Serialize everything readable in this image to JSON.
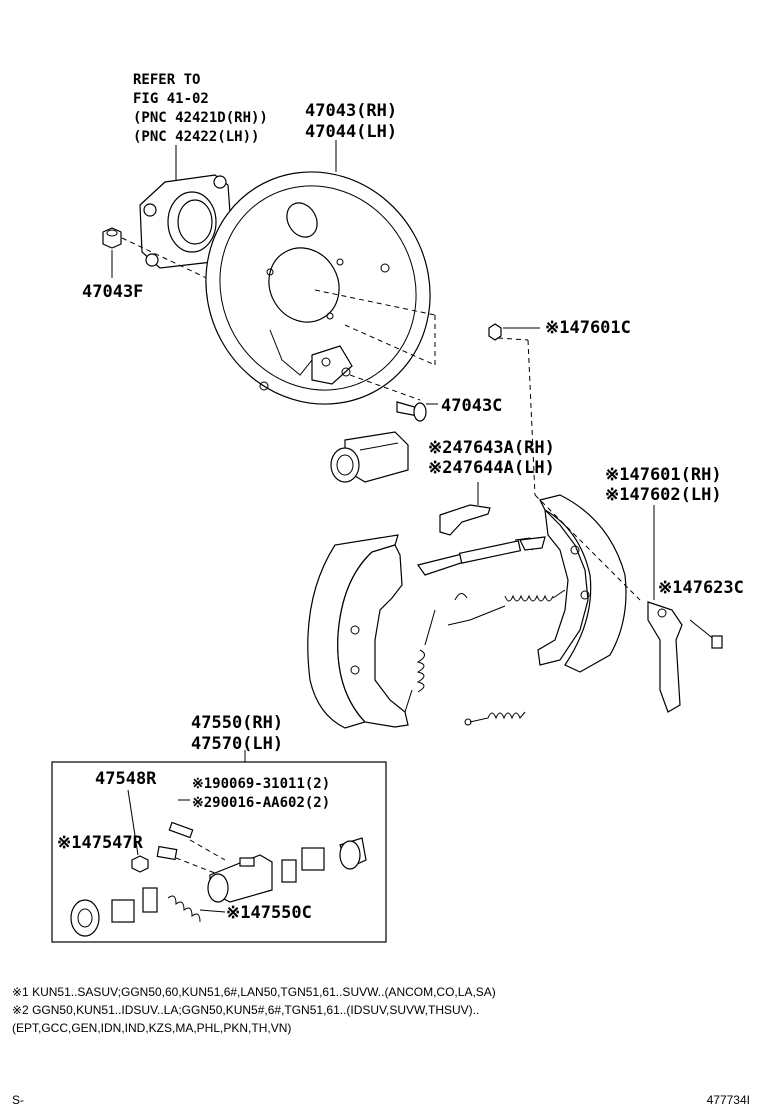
{
  "refer": {
    "line1": "REFER TO",
    "line2": "FIG 41-02",
    "line3": "(PNC 42421D(RH))",
    "line4": "(PNC 42422(LH))"
  },
  "labels": {
    "backing_plate_rh": "47043(RH)",
    "backing_plate_lh": "47044(LH)",
    "nut": "47043F",
    "bolt": "47043C",
    "pin_c": "※147601C",
    "adjuster_rh": "※247643A(RH)",
    "adjuster_lh": "※247644A(LH)",
    "lever_rh": "※147601(RH)",
    "lever_lh": "※147602(LH)",
    "lever_bolt": "※147623C",
    "cylinder_rh": "47550(RH)",
    "cylinder_lh": "47570(LH)",
    "bleeder_cap": "47548R",
    "bolt_1": "※190069-31011(2)",
    "bolt_2": "※290016-AA602(2)",
    "bleeder": "※147547R",
    "repair_kit": "※147550C"
  },
  "notes": [
    "※1 KUN51..SASUV;GGN50,60,KUN51,6#,LAN50,TGN51,61..SUVW..(ANCOM,CO,LA,SA)",
    "※2 GGN50,KUN51..IDSUV..LA;GGN50,KUN5#,6#,TGN51,61..(IDSUV,SUVW,THSUV)..",
    "(EPT,GCC,GEN,IDN,IND,KZS,MA,PHL,PKN,TH,VN)"
  ],
  "footer": {
    "left": "S-",
    "right": "477734I"
  }
}
